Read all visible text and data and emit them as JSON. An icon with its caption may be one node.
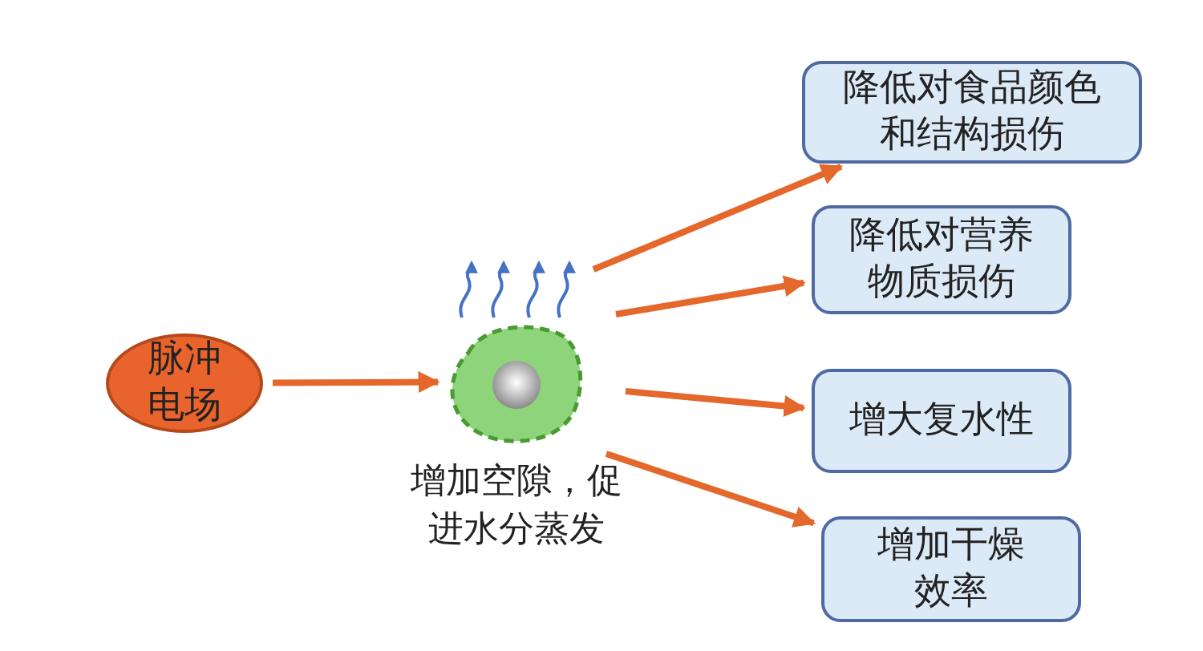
{
  "diagram": {
    "nodes": [
      {
        "text": [
          "脉冲电场"
        ]
      },
      {
        "text": [],
        "shape": "circle",
        "beside": [
          "增加空隙，促进水分蒸发"
        ]
      },
      {
        "text": [
          "降低对食品颜色和结构损伤"
        ]
      },
      {
        "text": [
          "降低对营养物质损伤"
        ]
      },
      {
        "text": [
          "增大复水性"
        ]
      },
      {
        "text": [
          "增加干燥效率"
        ]
      }
    ],
    "edges": [
      {
        "from": 0,
        "to": 1,
        "arrow": "to"
      },
      {
        "from": 1,
        "to": 2,
        "arrow": "to"
      },
      {
        "from": 1,
        "to": 3,
        "arrow": "to"
      },
      {
        "from": 1,
        "to": 4,
        "arrow": "to"
      },
      {
        "from": 1,
        "to": 5,
        "arrow": "to"
      }
    ]
  }
}
